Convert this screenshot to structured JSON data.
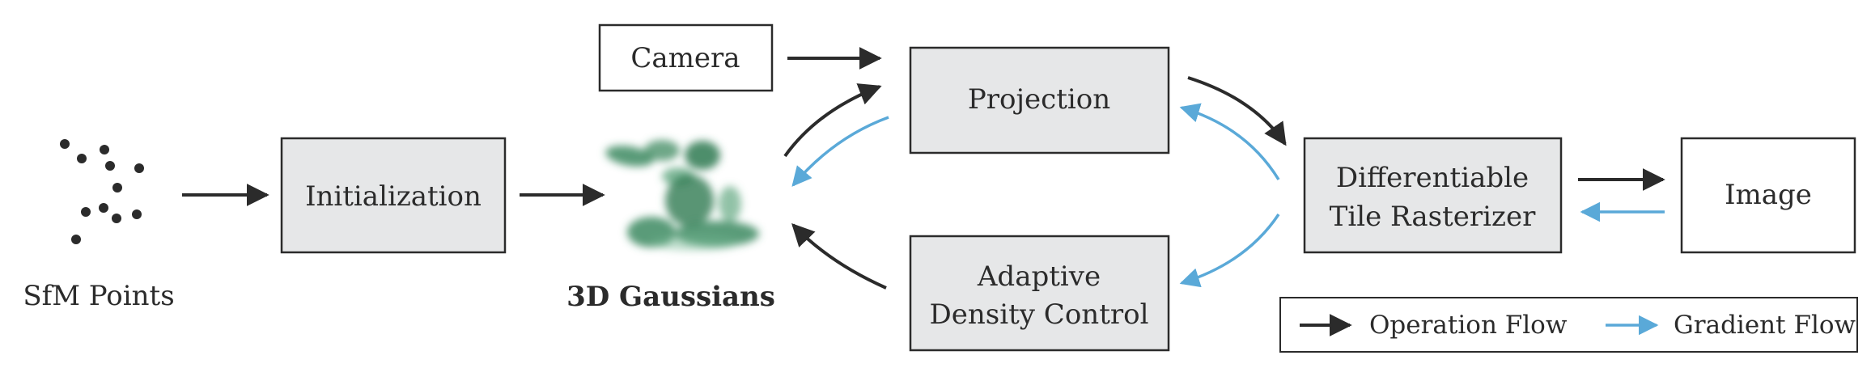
{
  "nodes": {
    "sfm_points": "SfM Points",
    "initialization": "Initialization",
    "gaussians": "3D Gaussians",
    "camera": "Camera",
    "projection": "Projection",
    "adaptive_line1": "Adaptive",
    "adaptive_line2": "Density Control",
    "rasterizer_line1": "Differentiable",
    "rasterizer_line2": "Tile Rasterizer",
    "image": "Image"
  },
  "legend": {
    "operation": "Operation Flow",
    "gradient": "Gradient Flow"
  },
  "colors": {
    "operation": "#2b2b2b",
    "gradient": "#5aa9d8",
    "box_fill": "#e6e7e8",
    "gaussian": "#2f7a52"
  }
}
